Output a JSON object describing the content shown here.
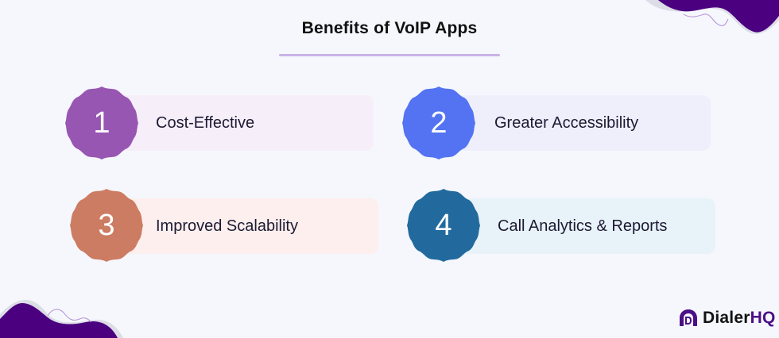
{
  "header": {
    "title": "Benefits of VoIP Apps"
  },
  "benefits": [
    {
      "number": "1",
      "label": "Cost-Effective",
      "badge_color": "#9856b3",
      "card_color": "#f6eef9"
    },
    {
      "number": "2",
      "label": "Greater Accessibility",
      "badge_color": "#5373f2",
      "card_color": "#eeeffb"
    },
    {
      "number": "3",
      "label": "Improved Scalability",
      "badge_color": "#cc7c62",
      "card_color": "#fcefed"
    },
    {
      "number": "4",
      "label": "Call Analytics & Reports",
      "badge_color": "#226a9e",
      "card_color": "#e8f2f9"
    }
  ],
  "logo": {
    "name_main": "Dialer",
    "name_accent": "HQ",
    "brand_color": "#4b0f86"
  },
  "colors": {
    "background": "#f5f7fd",
    "decor_blob": "#4b0080",
    "underline": "#c9b3e6"
  }
}
